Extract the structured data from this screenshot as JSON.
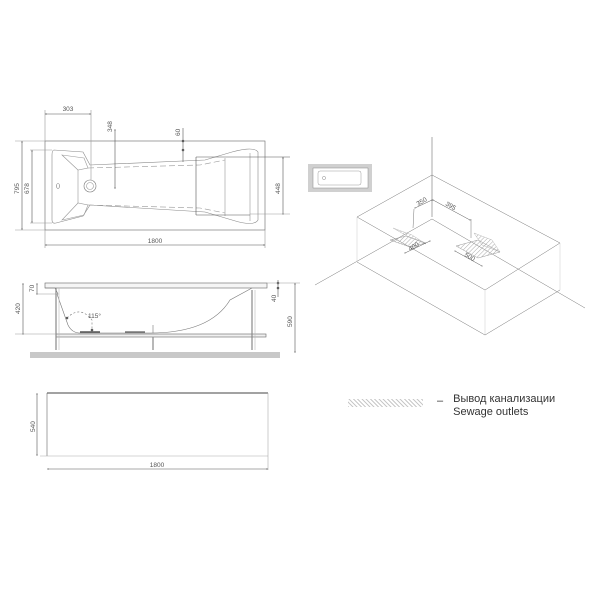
{
  "top_view": {
    "dims": {
      "overall_length": "1800",
      "overall_width": "795",
      "inner_width": "678",
      "drain_offset": "303",
      "rim_inset": "348",
      "wall_offset": "60",
      "headrest_width": "448"
    }
  },
  "side_view": {
    "dims": {
      "rim_thickness": "70",
      "inner_depth": "420",
      "top_lip": "40",
      "total_height": "590",
      "backrest_angle": "115°"
    }
  },
  "front_panel": {
    "dims": {
      "height": "540",
      "length": "1800"
    }
  },
  "install_view": {
    "dims": {
      "outlet1_offset": "350",
      "outlet2_offset": "395",
      "outlet1_width": "400",
      "outlet2_width": "500"
    }
  },
  "legend": {
    "dash": "–",
    "label_ru": "Вывод канализации",
    "label_en": "Sewage outlets"
  }
}
